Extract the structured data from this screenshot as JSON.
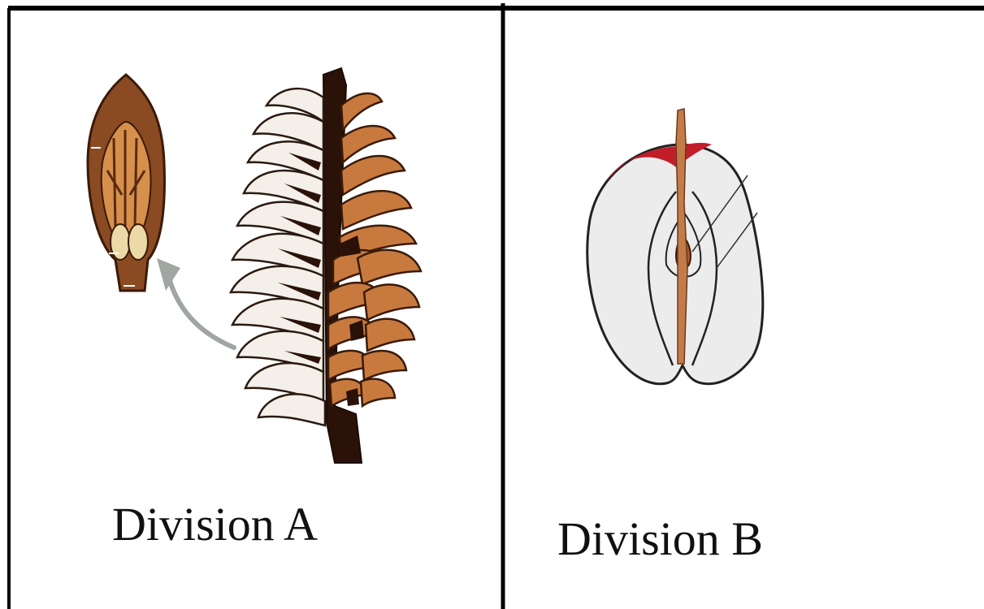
{
  "panels": [
    {
      "label": "Division A",
      "illustrations": [
        "pine-seed-scale",
        "pine-cone-cross-section"
      ]
    },
    {
      "label": "Division B",
      "illustrations": [
        "apple-cross-section"
      ]
    }
  ],
  "colors": {
    "border": "#000000",
    "cone_brown": "#c87a3e",
    "cone_dark": "#2a1208",
    "scale_light": "#f4efe8",
    "seed_scale_brown": "#8a4a22",
    "seed_wing": "#e8d8b0",
    "apple_skin_red": "#c21e2a",
    "apple_flesh": "#ececec",
    "apple_core_stem": "#c47b4a",
    "arrow_gray": "#a0a6a2"
  }
}
